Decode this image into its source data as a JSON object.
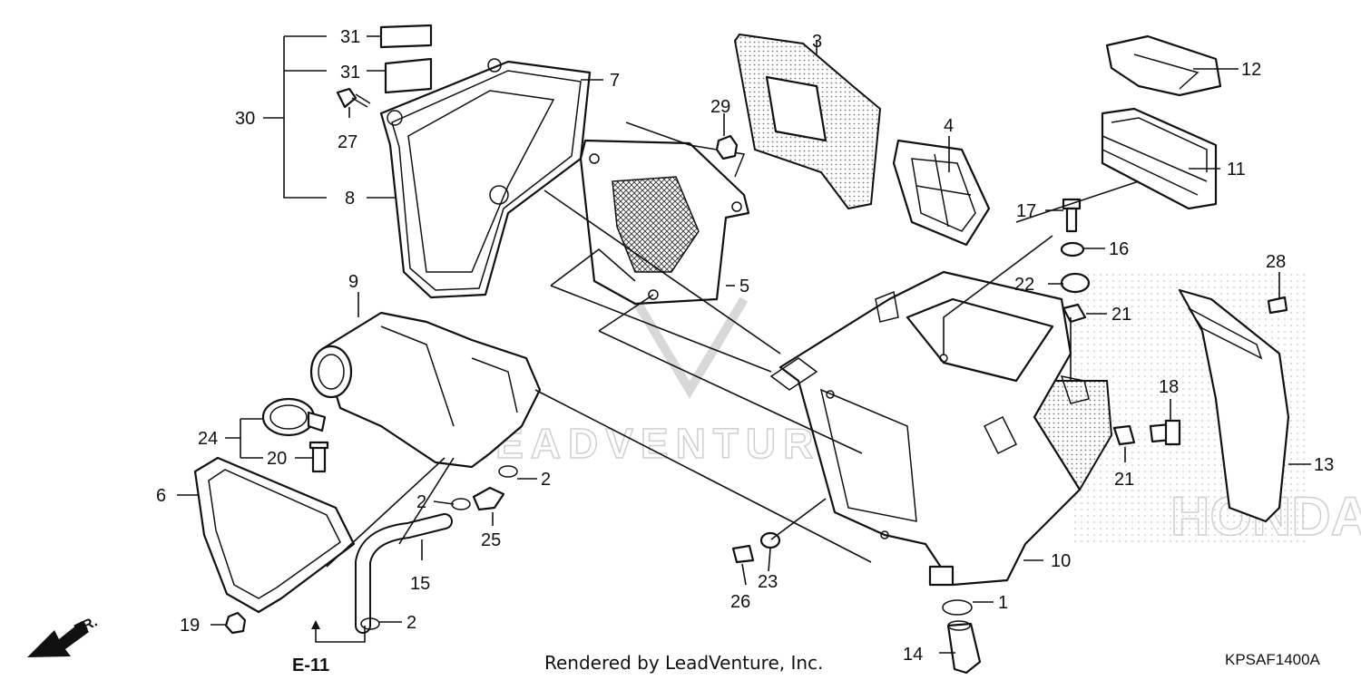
{
  "diagram": {
    "callouts": [
      "1",
      "2",
      "3",
      "4",
      "5",
      "6",
      "7",
      "8",
      "9",
      "10",
      "11",
      "12",
      "13",
      "14",
      "15",
      "16",
      "17",
      "18",
      "19",
      "20",
      "21",
      "22",
      "23",
      "24",
      "25",
      "26",
      "27",
      "28",
      "29",
      "30",
      "31"
    ],
    "reference": "E-11",
    "front_mark": "FR.",
    "credit": "Rendered by LeadVenture, Inc.",
    "code": "KPSAF1400A",
    "watermark": "LEADVENTURE",
    "watermark_logo": "HONDA"
  }
}
